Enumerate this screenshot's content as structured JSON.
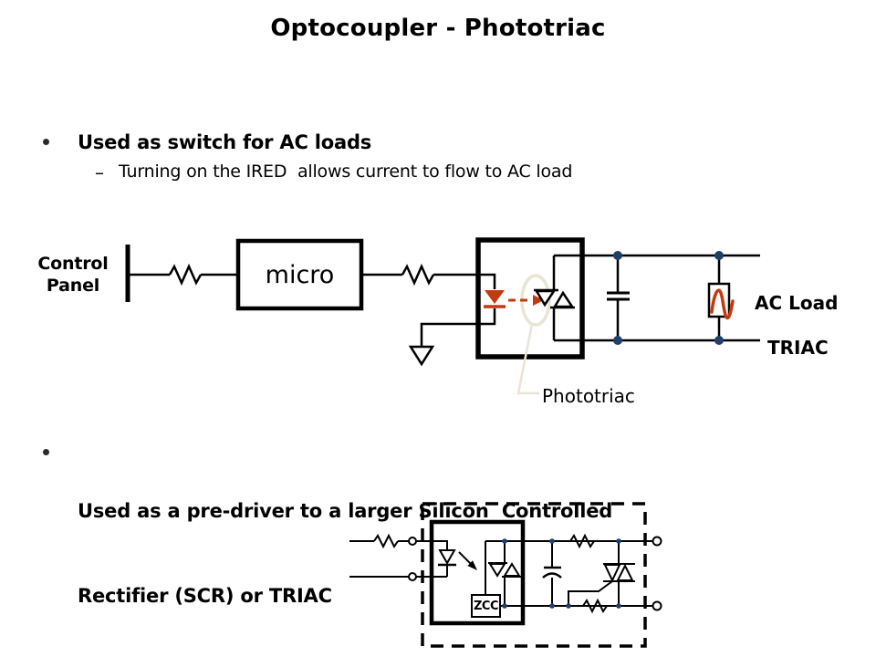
{
  "title": "Optocoupler - Phototriac",
  "bullets": {
    "b1": {
      "text": "Used as switch for AC loads",
      "sub_marker": "–",
      "sub_text": "Turning on the IRED  allows current to flow to AC load"
    },
    "b2": {
      "line1": "Used as a pre-driver to a larger Silicon  Controlled",
      "line2": "Rectifier (SCR) or TRIAC"
    }
  },
  "diagram1": {
    "control_panel_label": "Control\nPanel",
    "micro_label": "micro",
    "ac_load_label": "AC Load",
    "triac_label": "TRIAC",
    "phototriac_label": "Phototriac"
  },
  "diagram2": {
    "zcc_label": "ZCC"
  },
  "icons": {
    "ired_led": "red-led-diode",
    "light_arrow": "ired-light-emission-arrow",
    "ground": "ground-symbol",
    "phototriac_symbol": "back-to-back-triangles-triac",
    "capacitor": "capacitor-symbol",
    "ac_sine": "ac-sine-wave"
  },
  "colors": {
    "text": "#000000",
    "accent_red": "#C43A10",
    "junction_navy": "#1F4068",
    "callout_beige": "#E9E4D4",
    "background": "#FFFFFF"
  }
}
